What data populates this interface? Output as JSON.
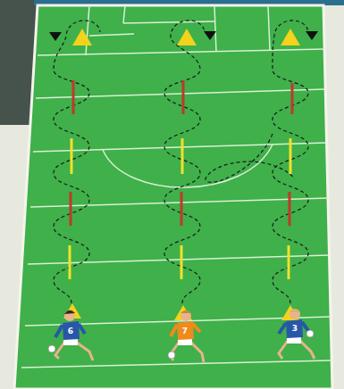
{
  "diagram": {
    "labels": [
      "6",
      "7",
      "3"
    ]
  }
}
